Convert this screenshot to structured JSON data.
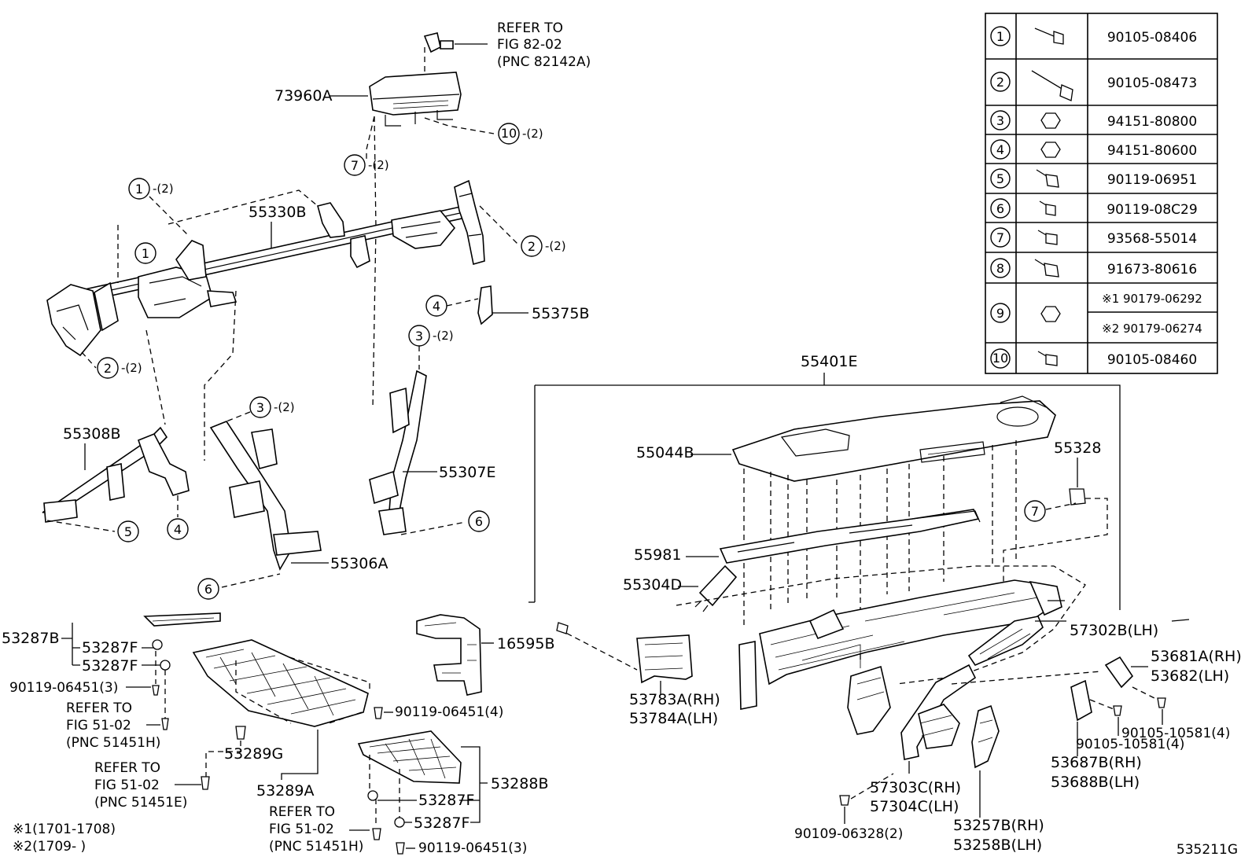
{
  "figure_code": "535211G",
  "footnotes": [
    {
      "mark": "※1",
      "text": "(1701-1708)"
    },
    {
      "mark": "※2",
      "text": "(1709-     )"
    }
  ],
  "fasteners_table": [
    {
      "num": "1",
      "part": "90105-08406"
    },
    {
      "num": "2",
      "part": "90105-08473"
    },
    {
      "num": "3",
      "part": "94151-80800"
    },
    {
      "num": "4",
      "part": "94151-80600"
    },
    {
      "num": "5",
      "part": "90119-06951"
    },
    {
      "num": "6",
      "part": "90119-08C29"
    },
    {
      "num": "7",
      "part": "93568-55014"
    },
    {
      "num": "8",
      "part": "91673-80616"
    },
    {
      "num": "9",
      "part_a": "※1  90179-06292",
      "part_b": "※2  90179-06274"
    },
    {
      "num": "10",
      "part": "90105-08460"
    }
  ],
  "refs": {
    "r1": [
      "REFER TO",
      "FIG 82-02",
      "(PNC 82142A)"
    ],
    "r2": [
      "REFER TO",
      "FIG 51-02",
      "(PNC 51451H)"
    ],
    "r3": [
      "REFER TO",
      "FIG 51-02",
      "(PNC 51451E)"
    ],
    "r4": [
      "REFER TO",
      "FIG 51-02",
      "(PNC 51451H)"
    ]
  },
  "labels": {
    "p73960A": "73960A",
    "p55330B": "55330B",
    "p55375B": "55375B",
    "p55308B": "55308B",
    "p55307E": "55307E",
    "p55306A": "55306A",
    "p53287B": "53287B",
    "p53287F_1": "53287F",
    "p53287F_2": "53287F",
    "p90119_06451_3": "90119-06451(3)",
    "p16595B": "16595B",
    "p90119_06451_4": "90119-06451(4)",
    "p53289G": "53289G",
    "p53289A": "53289A",
    "p53288B": "53288B",
    "p53287F_3": "53287F",
    "p53287F_4": "53287F",
    "p90119_06451_3b": "90119-06451(3)",
    "p55401E": "55401E",
    "p55044B": "55044B",
    "p55328": "55328",
    "p55981": "55981",
    "p55304D": "55304D",
    "p57302B": "57302B(LH)",
    "p53681A": "53681A(RH)",
    "p53682": "53682(LH)",
    "p53783A": "53783A(RH)",
    "p53784A": "53784A(LH)",
    "p90105_10581_a": "90105-10581(4)",
    "p90105_10581_b": "90105-10581(4)",
    "p53687B": "53687B(RH)",
    "p53688B": "53688B(LH)",
    "p57303C": "57303C(RH)",
    "p57304C": "57304C(LH)",
    "p90109_06328": "90109-06328(2)",
    "p53257B": "53257B(RH)",
    "p53258B": "53258B(LH)"
  },
  "callouts": {
    "c10": "10",
    "c10q": "-(2)",
    "c7a": "7",
    "c7aq": "-(2)",
    "c1a": "1",
    "c1aq": "-(2)",
    "c1b": "1",
    "c2a": "2",
    "c2aq": "-(2)",
    "c2b": "2",
    "c2bq": "-(2)",
    "c4a": "4",
    "c3a": "3",
    "c3aq": "-(2)",
    "c3b": "3",
    "c3bq": "-(2)",
    "c5": "5",
    "c4b": "4",
    "c6a": "6",
    "c6b": "6",
    "c7b": "7"
  }
}
